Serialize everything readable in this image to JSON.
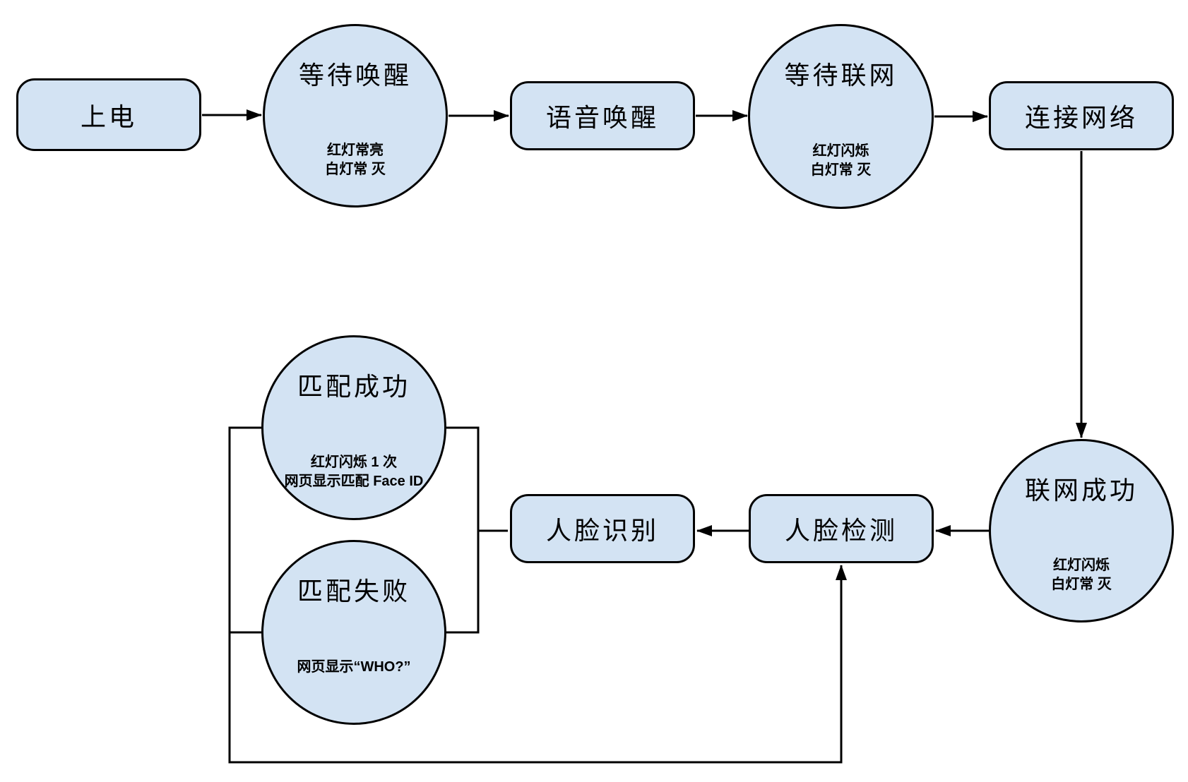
{
  "colors": {
    "node_fill": "#d3e3f3",
    "node_border": "#000000",
    "connector": "#000000",
    "canvas_bg": "#ffffff",
    "text_color": "#000000"
  },
  "nodes": {
    "power_on": {
      "label": "上电",
      "shape": "rounded-rect"
    },
    "wait_wake": {
      "label": "等待唤醒",
      "shape": "circle",
      "note": "红灯常亮\n白灯常 灭"
    },
    "voice_wake": {
      "label": "语音唤醒",
      "shape": "rounded-rect"
    },
    "wait_network": {
      "label": "等待联网",
      "shape": "circle",
      "note": "红灯闪烁\n白灯常 灭"
    },
    "connect_network": {
      "label": "连接网络",
      "shape": "rounded-rect"
    },
    "network_success": {
      "label": "联网成功",
      "shape": "circle",
      "note": "红灯闪烁\n白灯常 灭"
    },
    "face_detect": {
      "label": "人脸检测",
      "shape": "rounded-rect"
    },
    "face_recognize": {
      "label": "人脸识别",
      "shape": "rounded-rect"
    },
    "match_success": {
      "label": "匹配成功",
      "shape": "circle",
      "note": "红灯闪烁 1 次\n网页显示匹配 Face ID"
    },
    "match_fail": {
      "label": "匹配失败",
      "shape": "circle",
      "note": "网页显示“WHO?”"
    }
  },
  "edges": [
    {
      "from": "power_on",
      "to": "wait_wake",
      "directed": true
    },
    {
      "from": "wait_wake",
      "to": "voice_wake",
      "directed": true
    },
    {
      "from": "voice_wake",
      "to": "wait_network",
      "directed": true
    },
    {
      "from": "wait_network",
      "to": "connect_network",
      "directed": true
    },
    {
      "from": "connect_network",
      "to": "network_success",
      "directed": true
    },
    {
      "from": "network_success",
      "to": "face_detect",
      "directed": true
    },
    {
      "from": "face_detect",
      "to": "face_recognize",
      "directed": true
    },
    {
      "from": "face_recognize",
      "to": "match_success",
      "directed": false
    },
    {
      "from": "face_recognize",
      "to": "match_fail",
      "directed": false
    },
    {
      "from": "match_success",
      "to": "face_detect",
      "directed": true
    },
    {
      "from": "match_fail",
      "to": "face_detect",
      "directed": true
    }
  ]
}
